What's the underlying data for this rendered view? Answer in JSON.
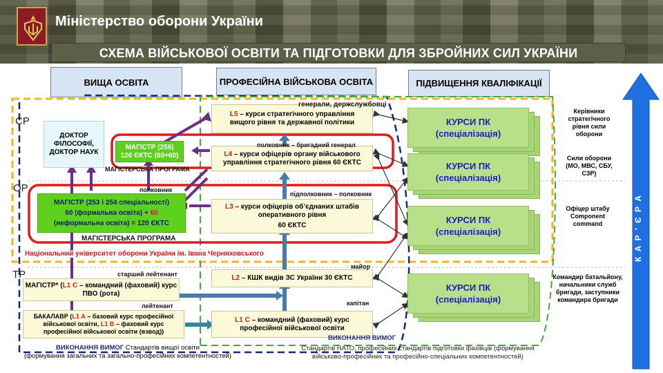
{
  "header": {
    "ministry": "Міністерство  оборони України",
    "banner": "СХЕМА ВІЙСЬКОВОЇ ОСВІТИ ТА ПІДГОТОВКИ ДЛЯ ЗБРОЙНИХ СИЛ УКРАЇНИ"
  },
  "columns": {
    "higher": "ВИЩА  ОСВІТА",
    "professional": "ПРОФЕСІЙНА ВІЙСЬКОВА ОСВІТА",
    "qualification": "ПІДВИЩЕННЯ  КВАЛІФІКАЦІЇ"
  },
  "levels": {
    "sr": "СР",
    "or": "ОР",
    "tr": "ТР"
  },
  "higher": {
    "phd": "ДОКТОР ФІЛОСОФІЇ, ДОКТОР НАУК",
    "master256": {
      "line1": "МАГІСТР (256)",
      "line2": "120 ЄКТС (60+60)"
    },
    "masters_program_top": "МАГІСТЕРСЬКА ПРОГРАМА",
    "master253": {
      "line1": "МАГІСТР  (253 і 254 спеціальності)",
      "line2a": "60 (формальна освіта) + ",
      "line2b": "60",
      "line3": "(неформальна освіта) = 120 ЄКТС"
    },
    "masters_program_bottom": "МАГІСТЕРСЬКА  ПРОГРАМА",
    "university": "Національний університет оборони України ім. Івана Черняховського",
    "magistr_star": {
      "a": "МАГІСТР* (",
      "b": "L1 С",
      "c": " – командний  (фаховий) курс ПВО (рота)"
    },
    "bachelor": {
      "a": "БАКАЛАВР (",
      "b": "L1 А",
      "c": " – базовий курс професійної військової освіти, ",
      "d": "L1 В",
      "e": " – фаховий  курс професійної військової освіти (взвод))"
    }
  },
  "professional": {
    "l5": {
      "code": "L5",
      "text": " – курси стратегічного управління вищого рівня та державної політики"
    },
    "l4": {
      "code": "L4",
      "text": " – курси офіцерів органу військового управління стратегічного рівня  60 ЄКТС"
    },
    "l3": {
      "code": "L3",
      "text": " – курси офіцерів об’єднаних штабів оперативного рівня",
      "ects": "60 ЄКТС"
    },
    "l2": {
      "code": "L2",
      "text": " – КШК  видів  ЗС України 30 ЄКТС"
    },
    "l1c": {
      "code": "L1 С",
      "text": " – командний  (фаховий) курс професійної військової освіти"
    }
  },
  "ranks": {
    "generals": "генерали, держслужбовці",
    "colonel_brig": "полковник – бригадний генерал",
    "colonel": "полковник",
    "ltcol_col": "підполковник – полковник",
    "major": "майор",
    "captain": "капітан",
    "sr_lieutenant": "старший лейтенант",
    "lieutenant": "лейтенант"
  },
  "courses": {
    "title": "КУРСИ ПК",
    "subtitle": "(спеціалізація)"
  },
  "side_labels": {
    "leaders": "Керівники стратегічного рівня сили оборони",
    "forces": "Сили оборони (МО, МВС, СБУ, СЗР)",
    "staff_officer": "Офіцер  штабу Component command",
    "battalion": "Командир батальйону, начальники служб бригади, заступники командира бригади"
  },
  "career": "К А Р ' Є Р А",
  "footer": {
    "left_title": "ВИКОНАННЯ ВИМОГ",
    "left_rest": " Стандартів вищої освіти",
    "left_line2": "(формування загальних та загально-професійних  компетентностей)",
    "right_title": "ВИКОНАННЯ ВИМОГ",
    "right_line1": "Стандартів НАТО, професійних стандартів підготовки фахівців (формування",
    "right_line2": "військово-професійних та професійно-спеціальних  компетентностей)"
  },
  "colors": {
    "accent_red": "#d21c1c",
    "course_text": "#1b1fbf",
    "banner_bg": "#5d5f46",
    "arrow_blue": "#1f6fe0"
  }
}
